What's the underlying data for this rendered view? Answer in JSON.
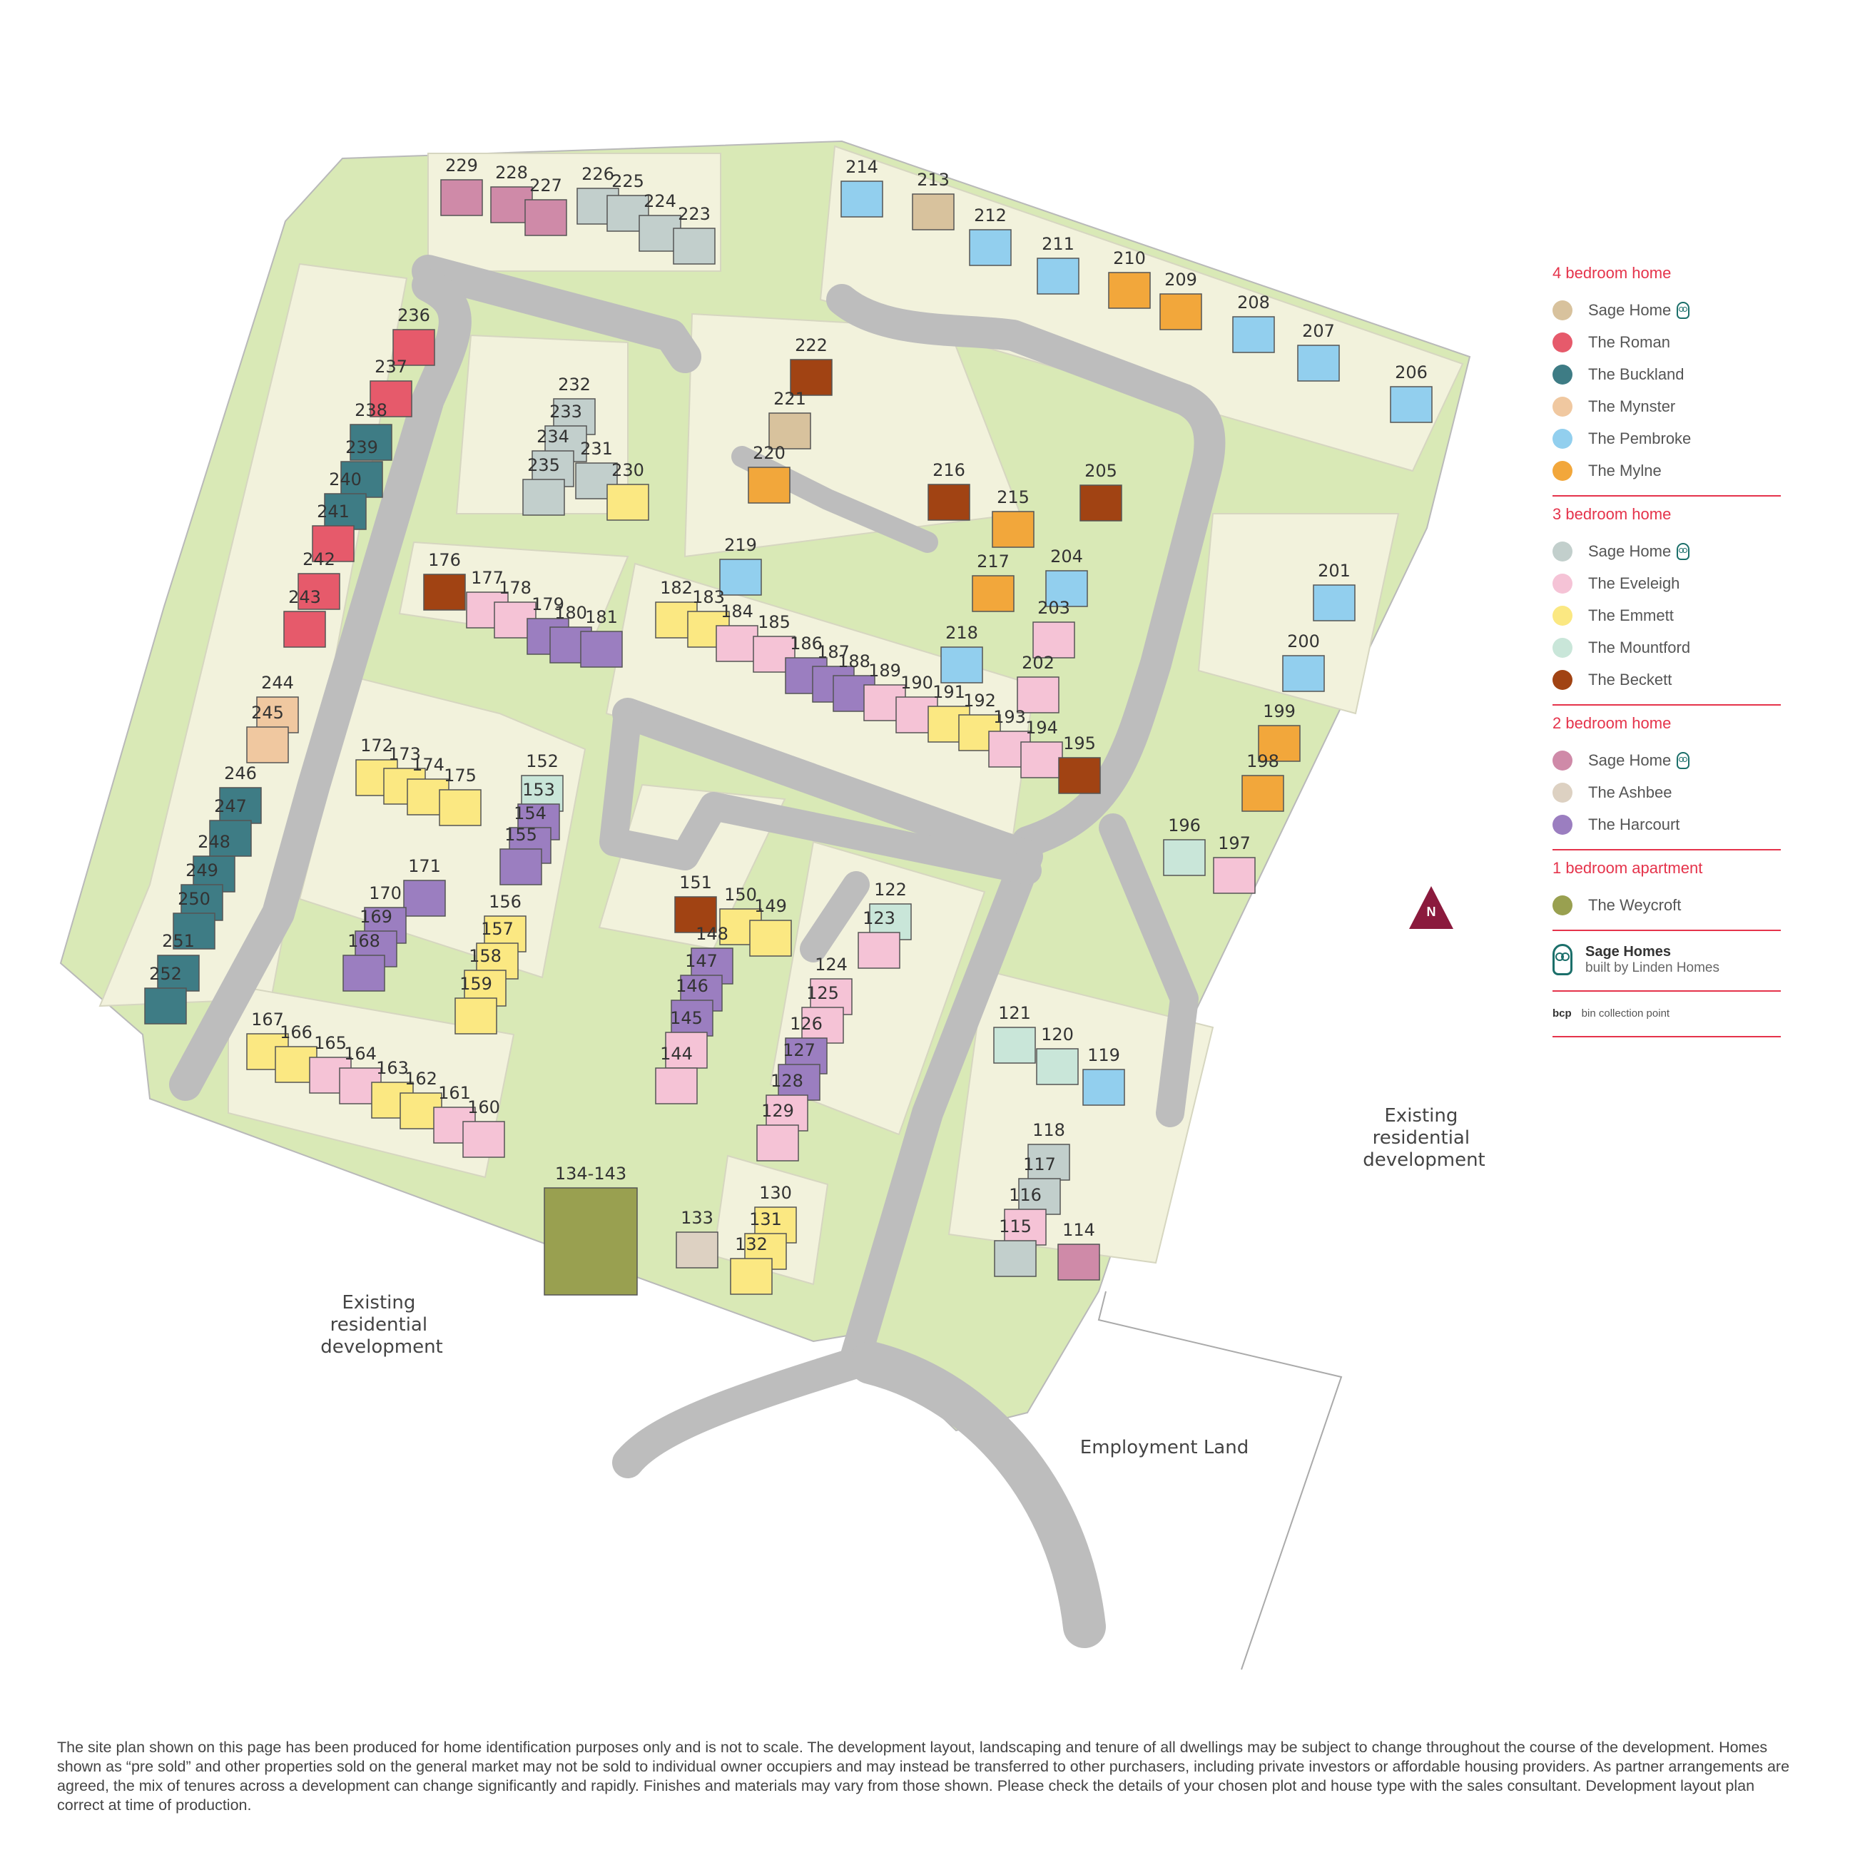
{
  "legend": {
    "groups": [
      {
        "heading": "4 bedroom home",
        "items": [
          {
            "label": "Sage Home",
            "color": "#d8c29d",
            "sage": true
          },
          {
            "label": "The Roman",
            "color": "#e65a6b",
            "sage": false
          },
          {
            "label": "The Buckland",
            "color": "#3e7c85",
            "sage": false
          },
          {
            "label": "The Mynster",
            "color": "#f0c8a0",
            "sage": false
          },
          {
            "label": "The Pembroke",
            "color": "#92cfee",
            "sage": false
          },
          {
            "label": "The Mylne",
            "color": "#f2a73b",
            "sage": false
          }
        ]
      },
      {
        "heading": "3 bedroom home",
        "items": [
          {
            "label": "Sage Home",
            "color": "#c2cfcc",
            "sage": true
          },
          {
            "label": "The Eveleigh",
            "color": "#f5c3d6",
            "sage": false
          },
          {
            "label": "The Emmett",
            "color": "#fbe882",
            "sage": false
          },
          {
            "label": "The Mountford",
            "color": "#c9e6d9",
            "sage": false
          },
          {
            "label": "The Beckett",
            "color": "#a14313",
            "sage": false
          }
        ]
      },
      {
        "heading": "2 bedroom home",
        "items": [
          {
            "label": "Sage Home",
            "color": "#cf8aa8",
            "sage": true
          },
          {
            "label": "The Ashbee",
            "color": "#ddd1c2",
            "sage": false
          },
          {
            "label": "The Harcourt",
            "color": "#9b7ec0",
            "sage": false
          }
        ]
      },
      {
        "heading": "1 bedroom apartment",
        "items": [
          {
            "label": "The Weycroft",
            "color": "#99a050",
            "sage": false
          }
        ]
      }
    ],
    "brand_name": "Sage Homes",
    "brand_sub": "built by Linden Homes",
    "bcp_abbr": "bcp",
    "bcp_label": "bin collection point"
  },
  "compass": {
    "label": "N",
    "color": "#8b1a3d"
  },
  "areas": {
    "existing_east": [
      "Existing",
      "residential",
      "development"
    ],
    "existing_west": [
      "Existing",
      "residential",
      "development"
    ],
    "employment": "Employment Land"
  },
  "plots": [
    {
      "n": "229",
      "t": "sage2"
    },
    {
      "n": "228",
      "t": "sage2"
    },
    {
      "n": "227",
      "t": "sage2"
    },
    {
      "n": "226",
      "t": "sage3"
    },
    {
      "n": "225",
      "t": "sage3"
    },
    {
      "n": "224",
      "t": "sage3"
    },
    {
      "n": "223",
      "t": "sage3"
    },
    {
      "n": "214",
      "t": "pembroke"
    },
    {
      "n": "213",
      "t": "sage4"
    },
    {
      "n": "212",
      "t": "pembroke"
    },
    {
      "n": "211",
      "t": "pembroke"
    },
    {
      "n": "210",
      "t": "mylne"
    },
    {
      "n": "209",
      "t": "mylne"
    },
    {
      "n": "208",
      "t": "pembroke"
    },
    {
      "n": "207",
      "t": "pembroke"
    },
    {
      "n": "206",
      "t": "pembroke"
    },
    {
      "n": "236",
      "t": "roman"
    },
    {
      "n": "237",
      "t": "roman"
    },
    {
      "n": "238",
      "t": "buckland"
    },
    {
      "n": "239",
      "t": "buckland"
    },
    {
      "n": "240",
      "t": "buckland"
    },
    {
      "n": "241",
      "t": "roman"
    },
    {
      "n": "242",
      "t": "roman"
    },
    {
      "n": "243",
      "t": "roman"
    },
    {
      "n": "244",
      "t": "mynster"
    },
    {
      "n": "245",
      "t": "mynster"
    },
    {
      "n": "246",
      "t": "buckland"
    },
    {
      "n": "247",
      "t": "buckland"
    },
    {
      "n": "248",
      "t": "buckland"
    },
    {
      "n": "249",
      "t": "buckland"
    },
    {
      "n": "250",
      "t": "buckland"
    },
    {
      "n": "251",
      "t": "buckland"
    },
    {
      "n": "252",
      "t": "buckland"
    },
    {
      "n": "232",
      "t": "sage3"
    },
    {
      "n": "233",
      "t": "sage3"
    },
    {
      "n": "234",
      "t": "sage3"
    },
    {
      "n": "235",
      "t": "sage3"
    },
    {
      "n": "231",
      "t": "sage3"
    },
    {
      "n": "230",
      "t": "emmett"
    },
    {
      "n": "222",
      "t": "beckett"
    },
    {
      "n": "221",
      "t": "sage4"
    },
    {
      "n": "220",
      "t": "mylne"
    },
    {
      "n": "219",
      "t": "pembroke"
    },
    {
      "n": "216",
      "t": "beckett"
    },
    {
      "n": "215",
      "t": "mylne"
    },
    {
      "n": "205",
      "t": "beckett"
    },
    {
      "n": "217",
      "t": "mylne"
    },
    {
      "n": "218",
      "t": "pembroke"
    },
    {
      "n": "204",
      "t": "pembroke"
    },
    {
      "n": "203",
      "t": "eveleigh"
    },
    {
      "n": "202",
      "t": "eveleigh"
    },
    {
      "n": "201",
      "t": "pembroke"
    },
    {
      "n": "200",
      "t": "pembroke"
    },
    {
      "n": "199",
      "t": "mylne"
    },
    {
      "n": "198",
      "t": "mylne"
    },
    {
      "n": "197",
      "t": "eveleigh"
    },
    {
      "n": "196",
      "t": "mountford"
    },
    {
      "n": "176",
      "t": "beckett"
    },
    {
      "n": "177",
      "t": "eveleigh"
    },
    {
      "n": "178",
      "t": "eveleigh"
    },
    {
      "n": "179",
      "t": "harcourt"
    },
    {
      "n": "180",
      "t": "harcourt"
    },
    {
      "n": "181",
      "t": "harcourt"
    },
    {
      "n": "182",
      "t": "emmett"
    },
    {
      "n": "183",
      "t": "emmett"
    },
    {
      "n": "184",
      "t": "eveleigh"
    },
    {
      "n": "185",
      "t": "eveleigh"
    },
    {
      "n": "186",
      "t": "harcourt"
    },
    {
      "n": "187",
      "t": "harcourt"
    },
    {
      "n": "188",
      "t": "harcourt"
    },
    {
      "n": "189",
      "t": "eveleigh"
    },
    {
      "n": "190",
      "t": "eveleigh"
    },
    {
      "n": "191",
      "t": "emmett"
    },
    {
      "n": "192",
      "t": "emmett"
    },
    {
      "n": "193",
      "t": "eveleigh"
    },
    {
      "n": "194",
      "t": "eveleigh"
    },
    {
      "n": "195",
      "t": "beckett"
    },
    {
      "n": "172",
      "t": "emmett"
    },
    {
      "n": "173",
      "t": "emmett"
    },
    {
      "n": "174",
      "t": "emmett"
    },
    {
      "n": "175",
      "t": "emmett"
    },
    {
      "n": "152",
      "t": "mountford"
    },
    {
      "n": "153",
      "t": "harcourt"
    },
    {
      "n": "154",
      "t": "harcourt"
    },
    {
      "n": "155",
      "t": "harcourt"
    },
    {
      "n": "171",
      "t": "harcourt"
    },
    {
      "n": "170",
      "t": "harcourt"
    },
    {
      "n": "169",
      "t": "harcourt"
    },
    {
      "n": "168",
      "t": "harcourt"
    },
    {
      "n": "156",
      "t": "emmett"
    },
    {
      "n": "157",
      "t": "emmett"
    },
    {
      "n": "158",
      "t": "emmett"
    },
    {
      "n": "159",
      "t": "emmett"
    },
    {
      "n": "151",
      "t": "beckett"
    },
    {
      "n": "150",
      "t": "emmett"
    },
    {
      "n": "149",
      "t": "emmett"
    },
    {
      "n": "148",
      "t": "harcourt"
    },
    {
      "n": "147",
      "t": "harcourt"
    },
    {
      "n": "146",
      "t": "harcourt"
    },
    {
      "n": "145",
      "t": "eveleigh"
    },
    {
      "n": "144",
      "t": "eveleigh"
    },
    {
      "n": "122",
      "t": "mountford"
    },
    {
      "n": "123",
      "t": "eveleigh"
    },
    {
      "n": "124",
      "t": "eveleigh"
    },
    {
      "n": "125",
      "t": "eveleigh"
    },
    {
      "n": "126",
      "t": "harcourt"
    },
    {
      "n": "127",
      "t": "harcourt"
    },
    {
      "n": "128",
      "t": "eveleigh"
    },
    {
      "n": "129",
      "t": "eveleigh"
    },
    {
      "n": "167",
      "t": "emmett"
    },
    {
      "n": "166",
      "t": "emmett"
    },
    {
      "n": "165",
      "t": "eveleigh"
    },
    {
      "n": "164",
      "t": "eveleigh"
    },
    {
      "n": "163",
      "t": "emmett"
    },
    {
      "n": "162",
      "t": "emmett"
    },
    {
      "n": "161",
      "t": "eveleigh"
    },
    {
      "n": "160",
      "t": "eveleigh"
    },
    {
      "n": "134-143",
      "t": "weycroft"
    },
    {
      "n": "133",
      "t": "ashbee"
    },
    {
      "n": "130",
      "t": "emmett"
    },
    {
      "n": "131",
      "t": "emmett"
    },
    {
      "n": "132",
      "t": "emmett"
    },
    {
      "n": "121",
      "t": "mountford"
    },
    {
      "n": "120",
      "t": "mountford"
    },
    {
      "n": "119",
      "t": "pembroke"
    },
    {
      "n": "118",
      "t": "sage3"
    },
    {
      "n": "117",
      "t": "sage3"
    },
    {
      "n": "116",
      "t": "eveleigh"
    },
    {
      "n": "115",
      "t": "sage3"
    },
    {
      "n": "114",
      "t": "sage2"
    }
  ],
  "disclaimer": "The site plan shown on this page has been produced for home identification purposes only and is not to scale. The development layout, landscaping and tenure of all dwellings may be subject to change throughout the course of the development. Homes shown as “pre sold” and other properties sold on the general market may not be sold to individual owner occupiers and may instead be transferred to other purchasers, including private investors or affordable housing providers. As partner arrangements are agreed, the mix of tenures across a development can change significantly and rapidly. Finishes and materials may vary from those shown. Please check the details of your chosen plot and house type with the sales consultant. Development layout plan correct at time of production."
}
